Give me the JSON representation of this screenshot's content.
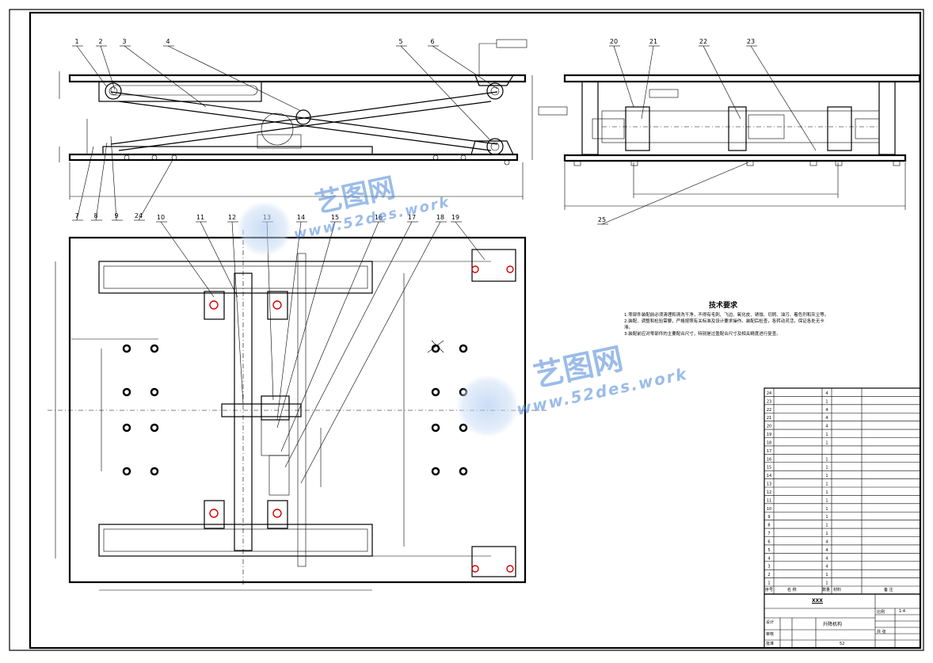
{
  "leaders_top": [
    "1",
    "2",
    "3",
    "4",
    "5",
    "6",
    "7",
    "8",
    "9",
    "24"
  ],
  "leaders_side": [
    "20",
    "21",
    "22",
    "23",
    "25"
  ],
  "leaders_plan": [
    "10",
    "11",
    "12",
    "13",
    "14",
    "15",
    "16",
    "17",
    "18",
    "19"
  ],
  "tech_req": {
    "title": "技术要求",
    "lines": [
      "1.零部件装配前必须清理和清洗干净，不得有毛刺、飞边、氧化皮、锈蚀、切屑、油污、着色剂和灰尘等。",
      "2.装配、调整和检验需要，严格按照有关标准及设计要求操作。装配后检查，各转动灵活，保证各处无卡",
      "滞。",
      "3.装配前应对零部件的主要配合尺寸，特别是过盈配合尺寸及相关精度进行复查。"
    ]
  },
  "bom": {
    "rows": [
      {
        "no": "24",
        "name": "",
        "qty": "4",
        "mat": "",
        "std": ""
      },
      {
        "no": "23",
        "name": "",
        "qty": "1",
        "mat": "",
        "std": ""
      },
      {
        "no": "22",
        "name": "",
        "qty": "4",
        "mat": "",
        "std": ""
      },
      {
        "no": "21",
        "name": "",
        "qty": "4",
        "mat": "",
        "std": ""
      },
      {
        "no": "20",
        "name": "",
        "qty": "4",
        "mat": "",
        "std": ""
      },
      {
        "no": "19",
        "name": "",
        "qty": "1",
        "mat": "",
        "std": ""
      },
      {
        "no": "18",
        "name": "",
        "qty": "1",
        "mat": "",
        "std": ""
      },
      {
        "no": "17",
        "name": "",
        "qty": "",
        "mat": "",
        "std": ""
      },
      {
        "no": "16",
        "name": "",
        "qty": "1",
        "mat": "",
        "std": ""
      },
      {
        "no": "15",
        "name": "",
        "qty": "1",
        "mat": "",
        "std": ""
      },
      {
        "no": "14",
        "name": "",
        "qty": "1",
        "mat": "",
        "std": ""
      },
      {
        "no": "13",
        "name": "",
        "qty": "1",
        "mat": "",
        "std": ""
      },
      {
        "no": "12",
        "name": "",
        "qty": "1",
        "mat": "",
        "std": ""
      },
      {
        "no": "11",
        "name": "",
        "qty": "1",
        "mat": "",
        "std": ""
      },
      {
        "no": "10",
        "name": "",
        "qty": "1",
        "mat": "",
        "std": ""
      },
      {
        "no": "9",
        "name": "",
        "qty": "1",
        "mat": "",
        "std": ""
      },
      {
        "no": "8",
        "name": "",
        "qty": "1",
        "mat": "",
        "std": ""
      },
      {
        "no": "7",
        "name": "",
        "qty": "1",
        "mat": "",
        "std": ""
      },
      {
        "no": "6",
        "name": "",
        "qty": "4",
        "mat": "",
        "std": ""
      },
      {
        "no": "5",
        "name": "",
        "qty": "4",
        "mat": "",
        "std": ""
      },
      {
        "no": "4",
        "name": "",
        "qty": "4",
        "mat": "",
        "std": ""
      },
      {
        "no": "3",
        "name": "",
        "qty": "4",
        "mat": "",
        "std": ""
      },
      {
        "no": "2",
        "name": "",
        "qty": "1",
        "mat": "",
        "std": ""
      },
      {
        "no": "1",
        "name": "",
        "qty": "1",
        "mat": "",
        "std": ""
      }
    ],
    "header": {
      "no": "序号",
      "name": "名  称",
      "qty": "数量",
      "mat": "材料",
      "std": "备  注"
    }
  },
  "title_block": {
    "company": "XXX",
    "drawing_name": "升降机构",
    "scale_label": "比例",
    "scale": "1:4",
    "sheet_label": "共  张",
    "designer_label": "设计",
    "check_label": "审核",
    "approve_label": "批准",
    "stamp": "52"
  },
  "watermark": {
    "brand": "艺图网",
    "url": "www.52des.work"
  }
}
